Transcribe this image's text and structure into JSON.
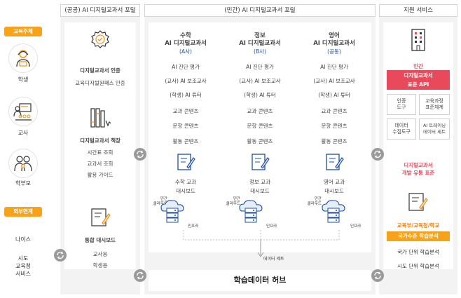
{
  "left": {
    "pill_top": "교육주체",
    "pill_bottom": "외부연계",
    "students": "학생",
    "teachers": "교사",
    "parents": "학부모",
    "neis": "나이스",
    "sido": [
      "시도",
      "교육청",
      "서비스"
    ]
  },
  "public": {
    "header": "(공공) AI 디지털교과서 포털",
    "cert_title": "디지털교과서 인증",
    "cert_sub": "교육디지털원패스 인증",
    "shelf_title": "디지털교과서 책장",
    "shelf_items": [
      "시간표 조회",
      "교과서 조회",
      "활용 가이드"
    ],
    "dash_title": "통합 대시보드",
    "dash_items": [
      "교사용",
      "학생용"
    ]
  },
  "private": {
    "header": "(민간) AI 디지털교과서 포털",
    "columns": [
      {
        "title1": "수학",
        "title2": "AI 디지털교과서",
        "title3": "(A사)",
        "items": [
          "AI 진단 평가",
          "(교사) AI 보조교사",
          "(학생) AI 튜터",
          "교과 콘텐츠",
          "문항 콘텐츠",
          "활동 콘텐츠"
        ],
        "dash": [
          "수학 교과",
          "대시보드"
        ]
      },
      {
        "title1": "정보",
        "title2": "AI 디지털교과서",
        "title3": "(B사)",
        "items": [
          "AI 진단 평가",
          "(교사) AI 보조교사",
          "(학생) AI 튜터",
          "교과 콘텐츠",
          "문항 콘텐츠",
          "활동 콘텐츠"
        ],
        "dash": [
          "정보 교과",
          "대시보드"
        ]
      },
      {
        "title1": "영어",
        "title2": "AI 디지털교과서",
        "title3": "(공동)",
        "items": [
          "AI 진단 평가",
          "(교사) AI 보조교사",
          "(학생) AI 튜터",
          "교과 콘텐츠",
          "문항 콘텐츠",
          "활동 콘텐츠"
        ],
        "dash": [
          "영어 교과",
          "대시보드"
        ]
      }
    ],
    "cloud_label": [
      "민간",
      "클라우드"
    ],
    "infra_label": "인프라",
    "dataset_label": "데이터 세트",
    "hub_label": "학습데이터 허브"
  },
  "support": {
    "header": "지원 서비스",
    "private_label": "민간",
    "api_label": [
      "디지털교과서",
      "표준 API"
    ],
    "grid": [
      [
        "인증",
        "도구"
      ],
      [
        "교육과정",
        "표준체계"
      ],
      [
        "데이터",
        "수집도구"
      ],
      [
        "AI 트레이닝",
        "데이터 세트"
      ]
    ],
    "dist_label": [
      "디지털교과서",
      "개발 유통 표준"
    ],
    "gov_label": "교육부/교육청/학교",
    "national_bar": "국가수준 학습분석",
    "unit_items": [
      "국가 단위 학습분석",
      "시도 단위 학습분석"
    ]
  },
  "colors": {
    "orange": "#f07d00",
    "blue": "#1c4fa0",
    "red": "#e8495b",
    "pill": "#f7a21b"
  }
}
